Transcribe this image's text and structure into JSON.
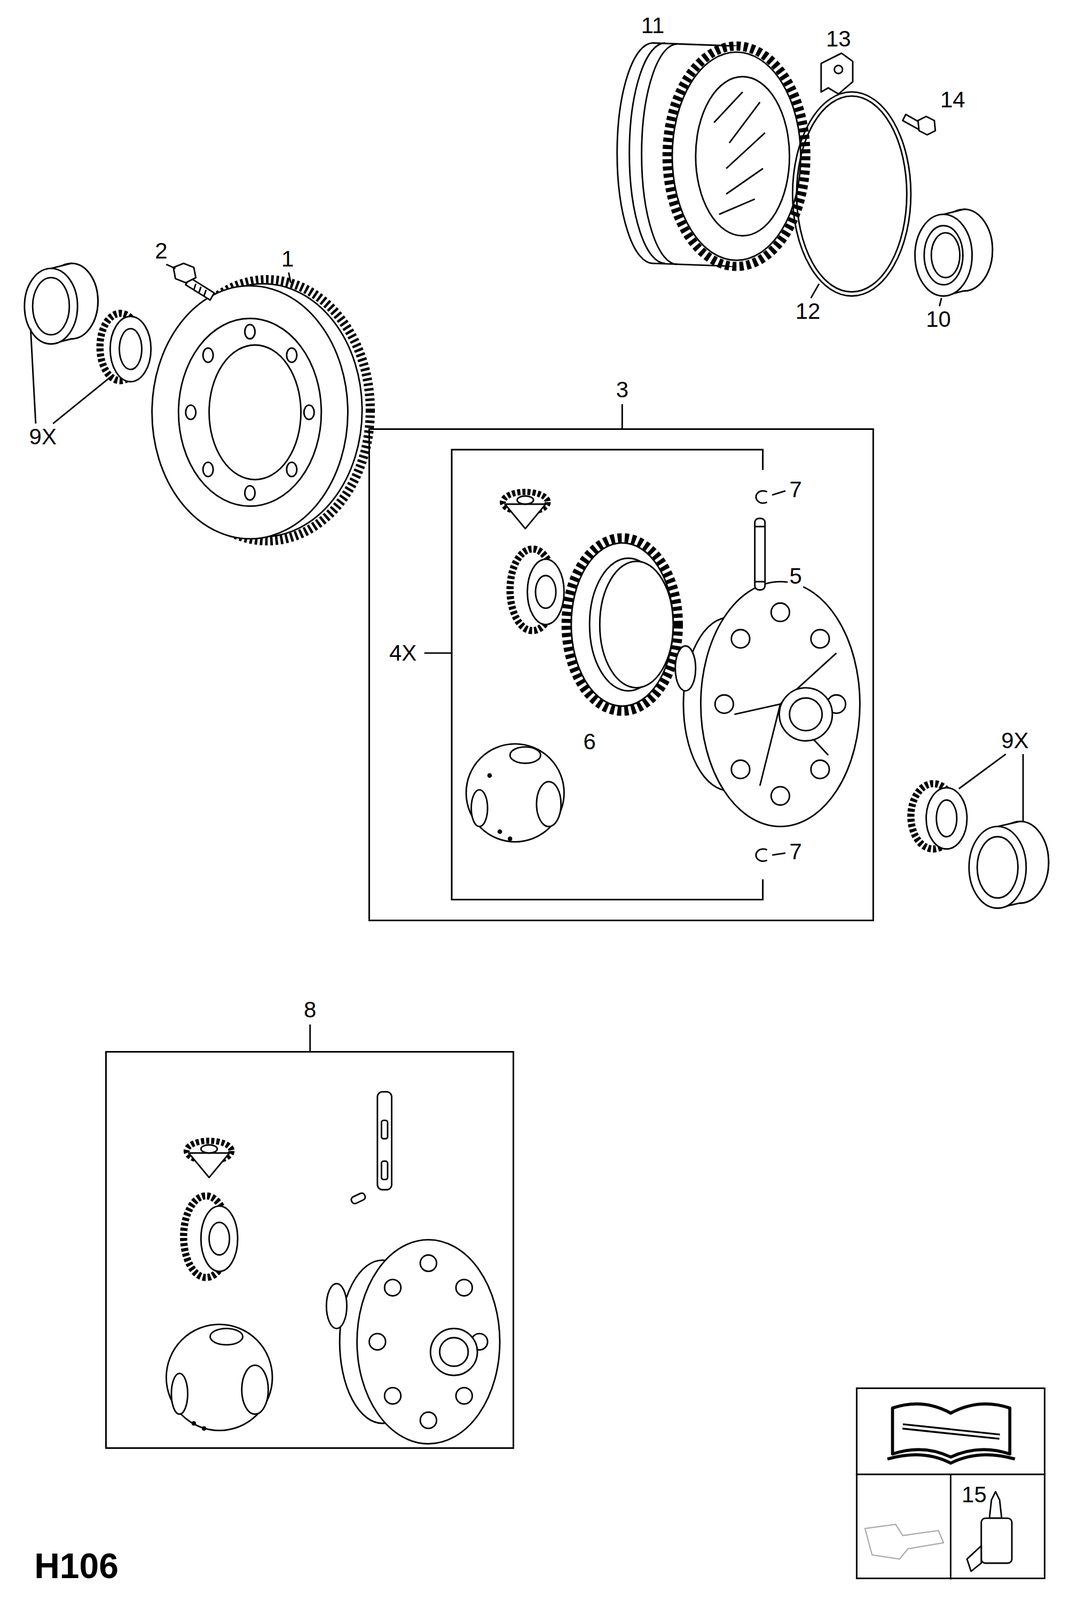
{
  "diagram": {
    "nodes": [
      {
        "text": [
          "3"
        ]
      },
      {
        "text": [
          "4X"
        ],
        "in": 0
      },
      {
        "text": [
          "8"
        ]
      },
      {
        "text": [
          "15"
        ]
      }
    ],
    "labels": [
      "11",
      "13",
      "14",
      "2",
      "1",
      "12",
      "10",
      "9X",
      "7",
      "5",
      "6",
      "9X",
      "7",
      "H106"
    ]
  }
}
